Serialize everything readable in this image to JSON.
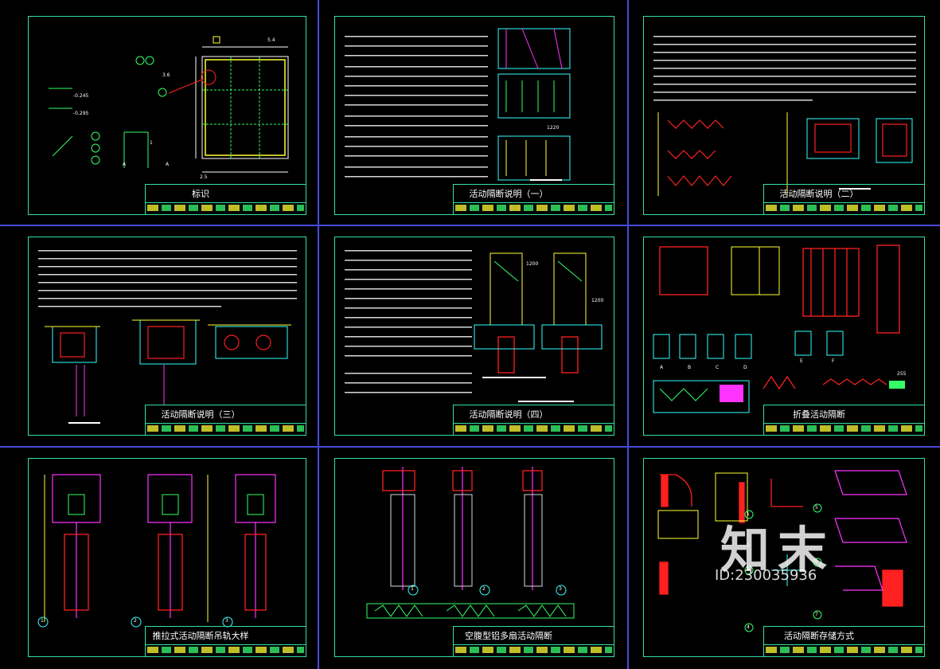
{
  "sheets": [
    {
      "title": "标识",
      "code": "",
      "notes": [],
      "labels": [
        "A",
        "A",
        "1",
        "5.4",
        "3.6",
        "2.5",
        "-0.245",
        "-0.295"
      ]
    },
    {
      "title": "活动隔断说明（一）",
      "code": "",
      "notes": [],
      "labels": [
        "1220"
      ]
    },
    {
      "title": "活动隔断说明（二）",
      "code": "",
      "notes": [],
      "labels": []
    },
    {
      "title": "活动隔断说明（三）",
      "code": "",
      "notes": [],
      "labels": []
    },
    {
      "title": "活动隔断说明（四）",
      "code": "",
      "notes": [],
      "labels": [
        "1200",
        "1200"
      ]
    },
    {
      "title": "折叠活动隔断",
      "code": "",
      "notes": [],
      "labels": [
        "A",
        "B",
        "C",
        "D",
        "E",
        "F",
        "255"
      ]
    },
    {
      "title": "推拉式活动隔断吊轨大样",
      "code": "",
      "notes": [],
      "labels": [
        "1",
        "2",
        "3"
      ]
    },
    {
      "title": "空腹型铝多扇活动隔断",
      "code": "",
      "notes": [],
      "labels": [
        "1",
        "2",
        "3"
      ]
    },
    {
      "title": "活动隔断存储方式",
      "code": "",
      "notes": [],
      "labels": [
        "1",
        "2",
        "3",
        "4",
        "5",
        "6",
        "7"
      ]
    }
  ],
  "watermark": {
    "logo": "知末",
    "id": "ID:230035936"
  },
  "colors": {
    "border": "#33e0a0",
    "grid": "#4a4ad8",
    "red": "#ff2020",
    "green": "#33ff66",
    "magenta": "#ff33ff",
    "yellow": "#ffff33",
    "cyan": "#33ffff"
  }
}
